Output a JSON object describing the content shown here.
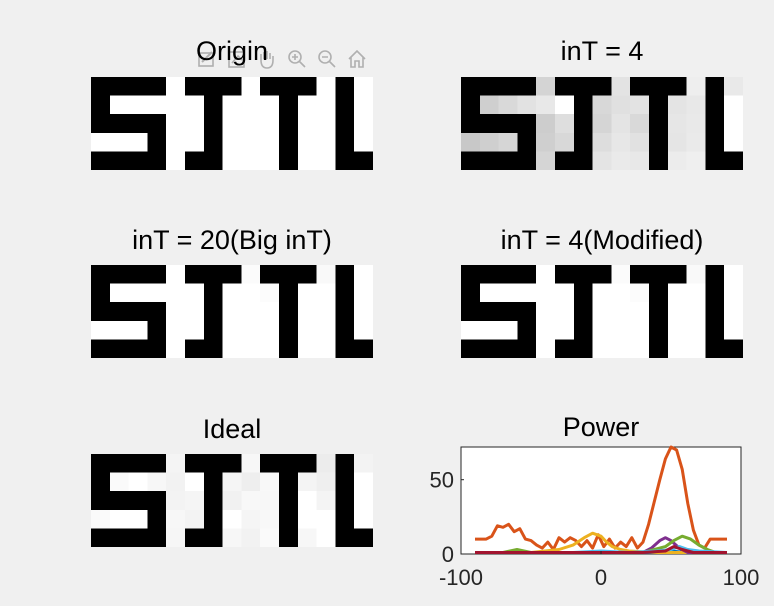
{
  "figure": {
    "toolbar": [
      "brush-icon",
      "data-tip-icon",
      "pan-icon",
      "zoom-in-icon",
      "zoom-out-icon",
      "home-icon"
    ]
  },
  "panels": [
    {
      "id": "origin",
      "title": "Origin",
      "variant": "origin"
    },
    {
      "id": "int4",
      "title": "inT = 4",
      "variant": "int4"
    },
    {
      "id": "int20",
      "title": "inT = 20(Big inT)",
      "variant": "clean"
    },
    {
      "id": "int4mod",
      "title": "inT = 4(Modified)",
      "variant": "clean"
    },
    {
      "id": "ideal",
      "title": "Ideal",
      "variant": "ideal"
    }
  ],
  "chart_data": {
    "type": "line",
    "title": "Power",
    "xlabel": "",
    "ylabel": "",
    "xlim": [
      -100,
      100
    ],
    "ylim": [
      0,
      72
    ],
    "xticks": [
      -100,
      0,
      100
    ],
    "yticks": [
      0,
      50
    ],
    "grid": false,
    "series": [
      {
        "color": "#0072bd",
        "x": [
          -90,
          -60,
          -30,
          0,
          20,
          40,
          50,
          60,
          75,
          90
        ],
        "y": [
          1,
          1,
          1,
          1,
          1,
          1,
          2,
          1,
          1,
          1
        ]
      },
      {
        "color": "#d95319",
        "x": [
          -90,
          -82,
          -78,
          -74,
          -70,
          -66,
          -62,
          -58,
          -54,
          -50,
          -46,
          -42,
          -38,
          -34,
          -30,
          -26,
          -22,
          -18,
          -14,
          -10,
          -6,
          -2,
          2,
          6,
          10,
          14,
          18,
          22,
          26,
          30,
          34,
          38,
          42,
          46,
          50,
          54,
          58,
          62,
          66,
          70,
          74,
          78,
          82,
          90
        ],
        "y": [
          10,
          10,
          12,
          19,
          18,
          20,
          15,
          17,
          10,
          9,
          6,
          4,
          8,
          3,
          11,
          8,
          11,
          9,
          5,
          9,
          4,
          13,
          5,
          10,
          4,
          8,
          5,
          11,
          4,
          8,
          20,
          35,
          50,
          64,
          72,
          70,
          57,
          34,
          16,
          6,
          4,
          10,
          10,
          10
        ]
      },
      {
        "color": "#edb120",
        "x": [
          -90,
          -50,
          -30,
          -20,
          -12,
          -6,
          0,
          4,
          8,
          14,
          20,
          40,
          90
        ],
        "y": [
          1,
          1,
          3,
          6,
          11,
          14,
          12,
          8,
          5,
          3,
          2,
          1,
          1
        ]
      },
      {
        "color": "#7e2f8e",
        "x": [
          -90,
          30,
          36,
          42,
          46,
          50,
          56,
          62,
          90
        ],
        "y": [
          1,
          1,
          4,
          9,
          11,
          9,
          4,
          1,
          1
        ]
      },
      {
        "color": "#77ac30",
        "x": [
          -90,
          -70,
          -60,
          -50,
          30,
          46,
          52,
          58,
          64,
          70,
          76,
          82,
          90
        ],
        "y": [
          1,
          1,
          3,
          1,
          1,
          5,
          9,
          12,
          10,
          6,
          3,
          1,
          1
        ]
      },
      {
        "color": "#4dbeee",
        "x": [
          -90,
          -20,
          0,
          20,
          40,
          50,
          56,
          62,
          70,
          90
        ],
        "y": [
          1,
          1,
          2,
          1,
          2,
          3,
          5,
          3,
          2,
          1
        ]
      },
      {
        "color": "#a2142f",
        "x": [
          -90,
          -40,
          0,
          30,
          46,
          52,
          58,
          66,
          90
        ],
        "y": [
          1,
          1,
          1,
          1,
          2,
          5,
          3,
          1,
          1
        ]
      }
    ]
  }
}
